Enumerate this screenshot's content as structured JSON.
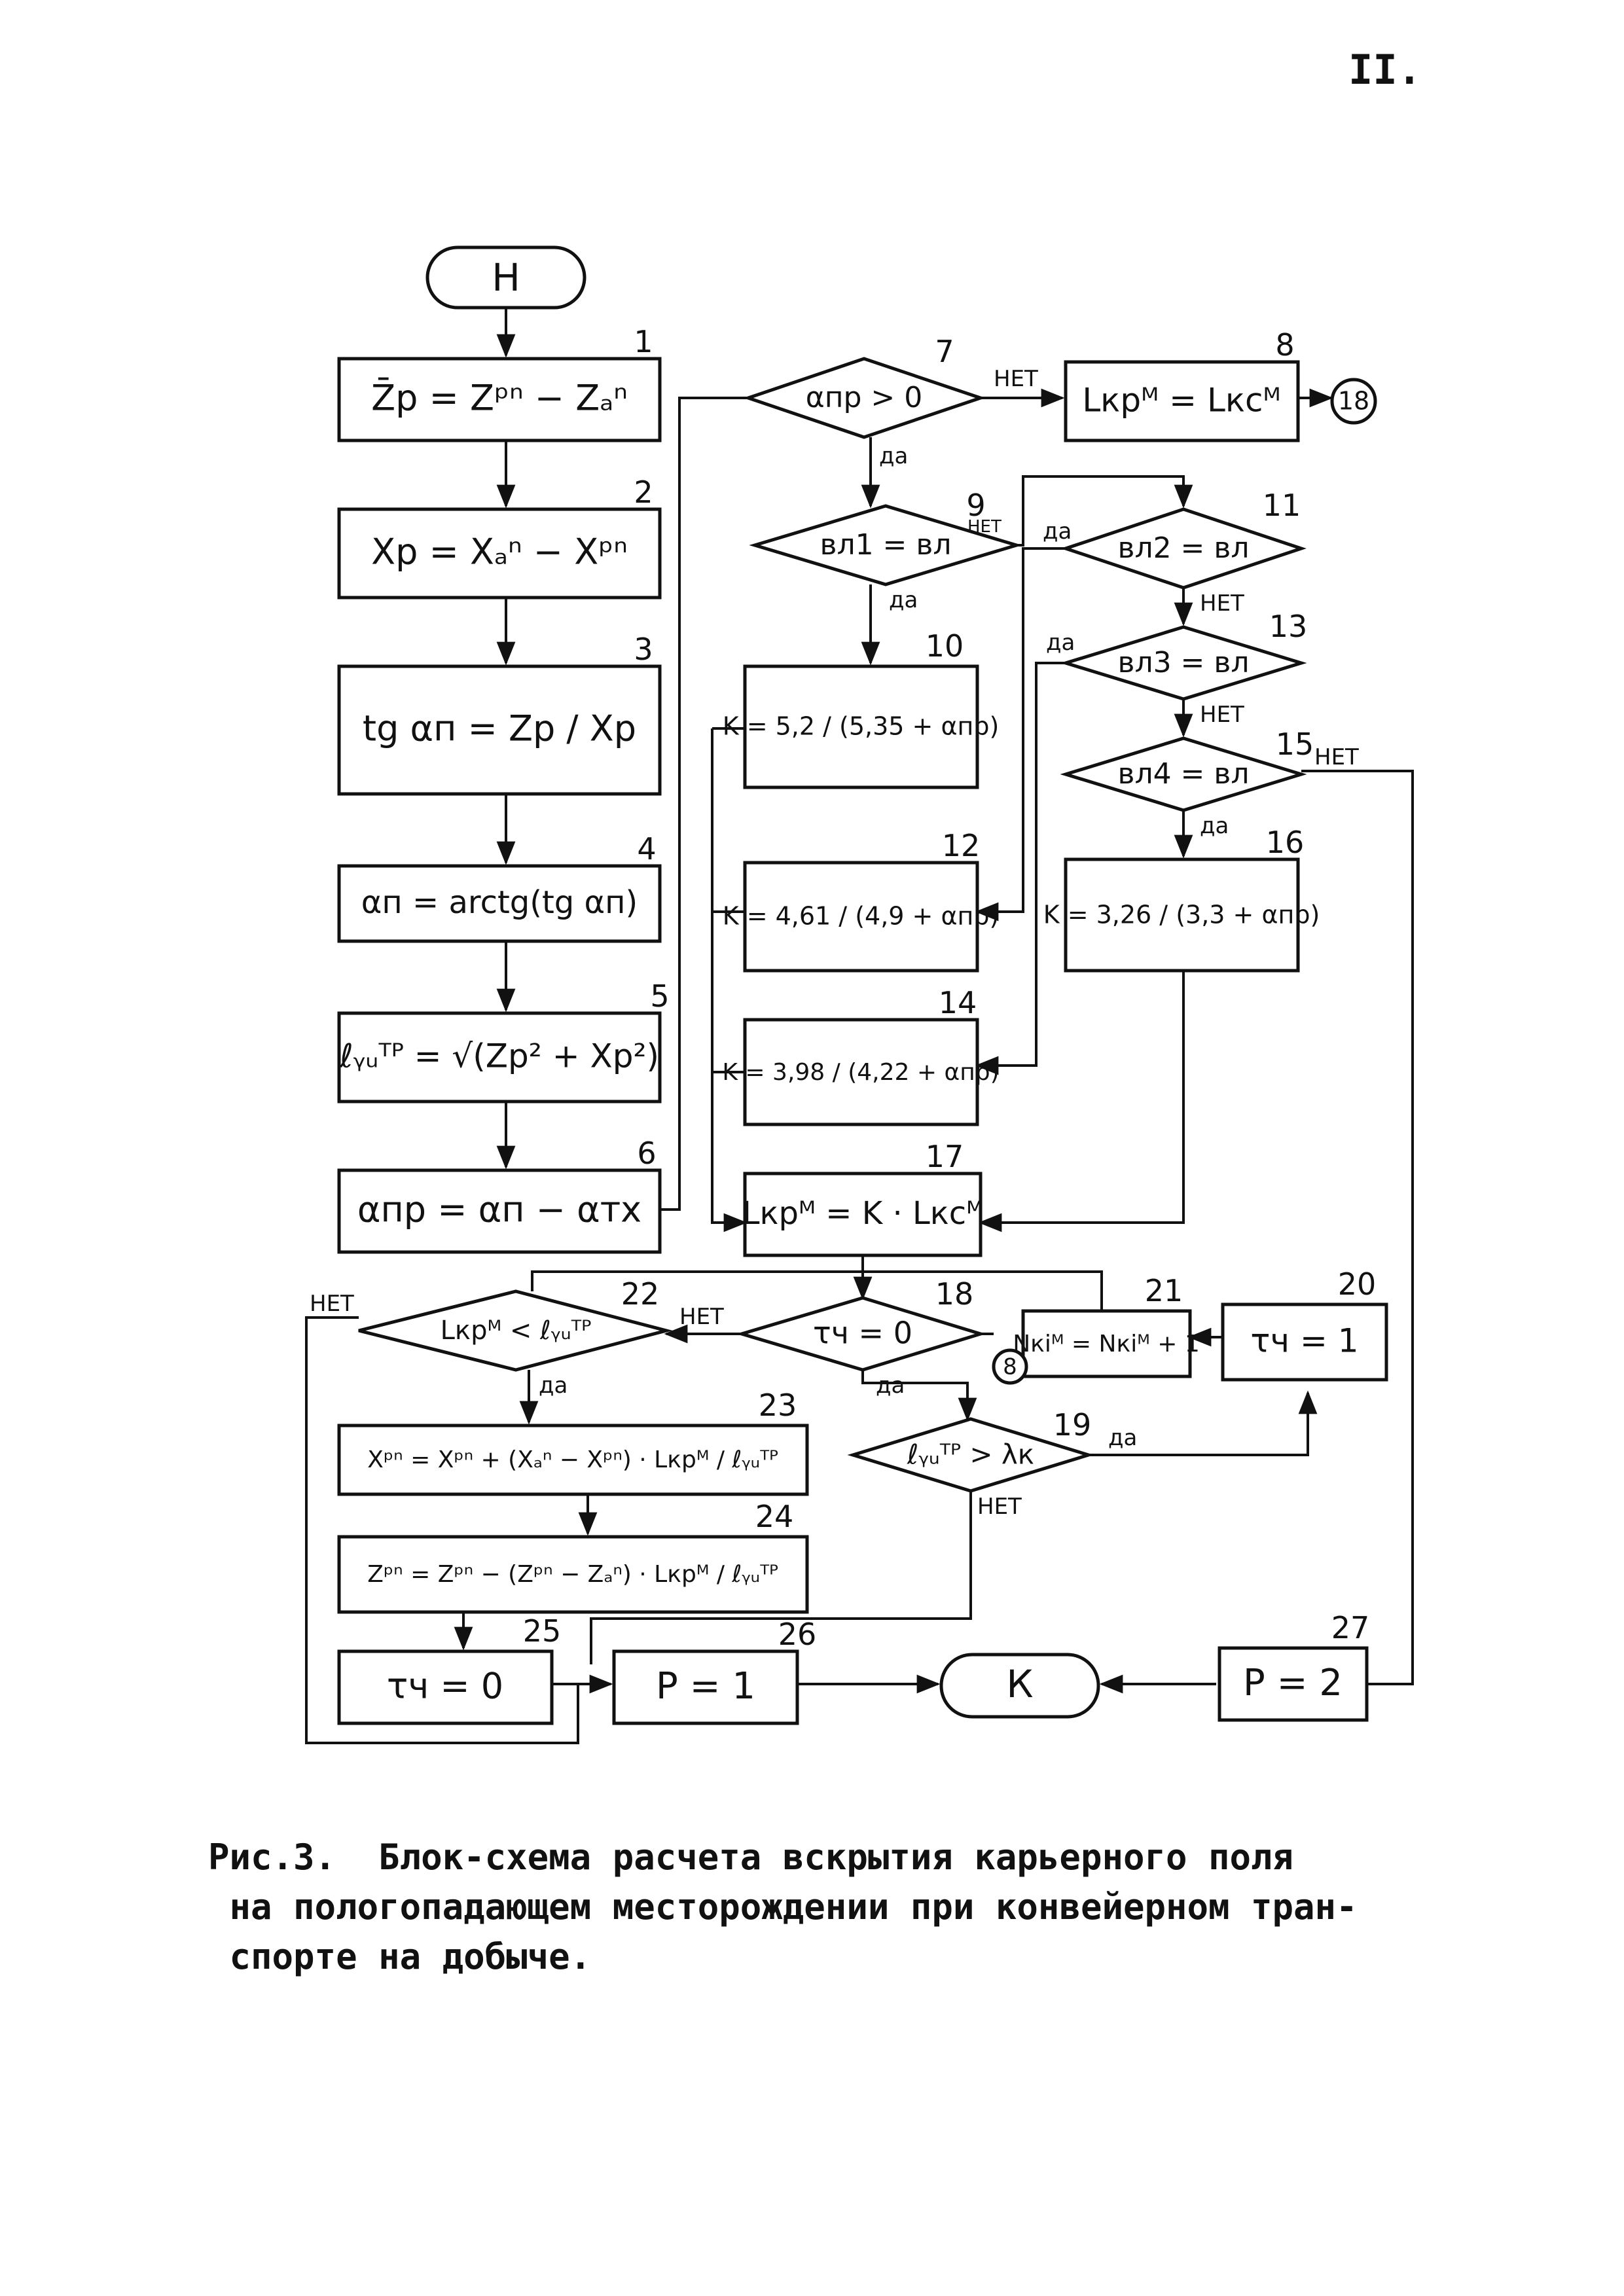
{
  "page": {
    "number": "II."
  },
  "nodes": {
    "start": "Н",
    "end": "К",
    "b1": "Z̄р = Zᵖⁿ − Zₐⁿ",
    "b2": "Xр = Xₐⁿ − Xᵖⁿ",
    "b3": "tg αп = Zр / Xр",
    "b4": "αп = arctg(tg αп)",
    "b5": "ℓᵧᵤᵀᴾ = √(Zр² + Xр²)",
    "b6": "αпр = αп − αтх",
    "d7": "αпр > 0",
    "b8": "Lкрᴹ = Lксᴹ",
    "c18": "18",
    "d9": "вл1 = вл",
    "b10": "K = 5,2 / (5,35 + αпр)",
    "d11": "вл2 = вл",
    "b12": "K = 4,61 / (4,9 + αпр)",
    "d13": "вл3 = вл",
    "b14": "K = 3,98 / (4,22 + αпр)",
    "d15": "вл4 = вл",
    "b16": "K = 3,26 / (3,3 + αпр)",
    "b17": "Lкрᴹ = K · Lксᴹ",
    "d18": "τч = 0",
    "d19": "ℓᵧᵤᵀᴾ > λк",
    "b20": "τч = 1",
    "b21": "Nкiᴹ = Nкiᴹ + 1",
    "c8": "8",
    "d22": "Lкрᴹ < ℓᵧᵤᵀᴾ",
    "b23": "Xᵖⁿ = Xᵖⁿ + (Xₐⁿ − Xᵖⁿ) · Lкрᴹ / ℓᵧᵤᵀᴾ",
    "b24": "Zᵖⁿ = Zᵖⁿ − (Zᵖⁿ − Zₐⁿ) · Lкрᴹ / ℓᵧᵤᵀᴾ",
    "b25": "τч = 0",
    "b26": "P = 1",
    "b27": "P = 2"
  },
  "numbers": {
    "n1": "1",
    "n2": "2",
    "n3": "3",
    "n4": "4",
    "n5": "5",
    "n6": "6",
    "n7": "7",
    "n8": "8",
    "n9": "9",
    "n10": "10",
    "n11": "11",
    "n12": "12",
    "n13": "13",
    "n14": "14",
    "n15": "15",
    "n16": "16",
    "n17": "17",
    "n18": "18",
    "n19": "19",
    "n20": "20",
    "n21": "21",
    "n22": "22",
    "n23": "23",
    "n24": "24",
    "n25": "25",
    "n26": "26",
    "n27": "27"
  },
  "labels": {
    "yes": "да",
    "no": "НЕТ"
  },
  "caption": "Рис.3.  Блок-схема расчета вскрытия карьерного поля\n на пологопадающем месторождении при конвейерном тран-\n спорте на добыче."
}
